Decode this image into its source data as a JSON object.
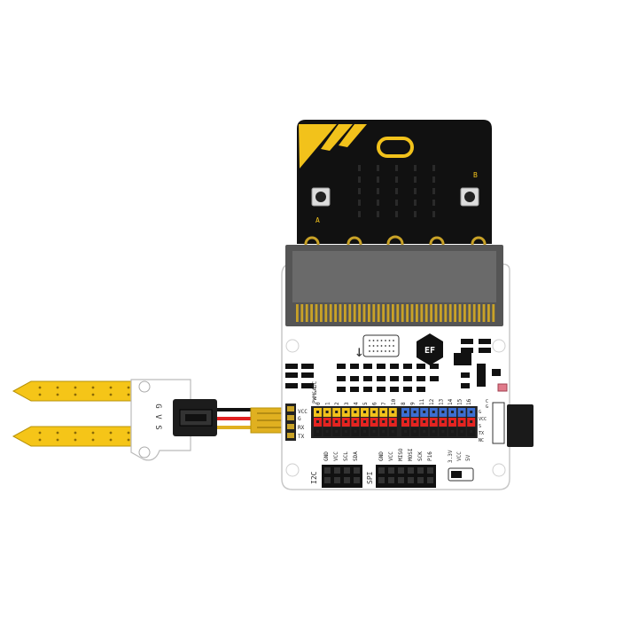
{
  "colors": {
    "microbit_board": "#111111",
    "microbit_accent": "#f2c21b",
    "edge_connector": "#555555",
    "gold_pad": "#c9a227",
    "expansion_board": "#ffffff",
    "pin_red": "#e52421",
    "pin_yellow": "#f2c21b",
    "pin_blue": "#3d6fd1",
    "pin_black": "#1a1a1a",
    "sensor_probe": "#f5c518",
    "wire_red": "#e02020",
    "wire_black": "#111111",
    "wire_yellow": "#e0b020",
    "connector_black": "#1c1c1c"
  },
  "microbit": {
    "button_a_label": "A",
    "button_b_label": "B"
  },
  "expansion": {
    "logo": "EF",
    "pwm_label": "PWM&ADC",
    "uart_pins": [
      "TX",
      "RX",
      "G",
      "VCC"
    ],
    "left_pin_numbers": [
      "0",
      "1",
      "2",
      "3",
      "4",
      "5",
      "6",
      "7",
      "10"
    ],
    "right_pin_numbers": [
      "8",
      "9",
      "11",
      "12",
      "13",
      "14",
      "15",
      "16"
    ],
    "right_header_pins": [
      "G",
      "VCC",
      "S",
      "TX",
      "NC"
    ],
    "right_header_pins_aux": [
      "C",
      "G"
    ],
    "i2c_label": "I2C",
    "i2c_pins": [
      "GND",
      "VCC",
      "SCL",
      "SDA"
    ],
    "spi_label": "SPI",
    "spi_pins": [
      "GND",
      "VCC",
      "MISO",
      "MOSI",
      "SCK",
      "P16"
    ],
    "power_label": "3.3V",
    "power_vcc": "VCC",
    "power_5v": "5V"
  },
  "sensor": {
    "pin_labels": [
      "G",
      "V",
      "S"
    ]
  }
}
